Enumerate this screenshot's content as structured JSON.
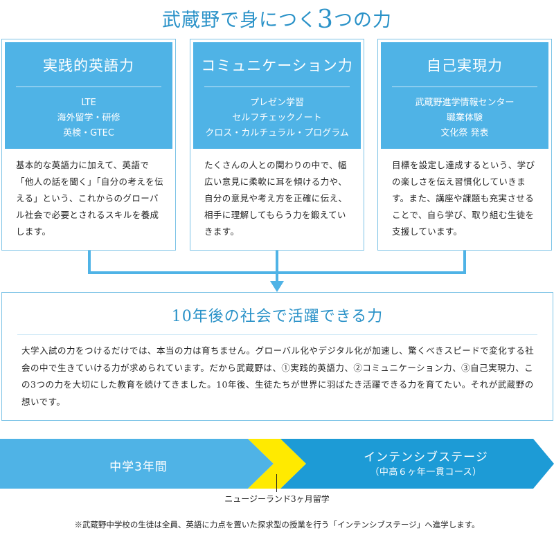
{
  "title": {
    "prefix": "武蔵野で身につく",
    "number": "3",
    "suffix": "つの力"
  },
  "cards": [
    {
      "title": "実践的英語力",
      "tags": [
        "LTE",
        "海外留学・研修",
        "英検・GTEC"
      ],
      "text": "基本的な英語力に加えて、英語で「他人の話を聞く」「自分の考えを伝える」という、これからのグローバル社会で必要とされるスキルを養成します。"
    },
    {
      "title": "コミュニケーション力",
      "tags": [
        "プレゼン学習",
        "セルフチェックノート",
        "クロス・カルチュラル・プログラム"
      ],
      "text": "たくさんの人との関わりの中で、幅広い意見に柔軟に耳を傾ける力や、自分の意見や考え方を正確に伝え、相手に理解してもらう力を鍛えていきます。"
    },
    {
      "title": "自己実現力",
      "tags": [
        "武蔵野進学情報センター",
        "職業体験",
        "文化祭 発表"
      ],
      "text": "目標を設定し達成するという、学びの楽しさを伝え習慣化していきます。また、講座や課題も充実させることで、自ら学び、取り組む生徒を支援しています。"
    }
  ],
  "result": {
    "title": "10年後の社会で活躍できる力",
    "text": "大学入試の力をつけるだけでは、本当の力は育ちません。グローバル化やデジタル化が加速し、驚くべきスピードで変化する社会の中で生きていける力が求められています。だから武蔵野は、①実践的英語力、②コミュニケーション力、③自己実現力、この3つの力を大切にした教育を続けてきました。10年後、生徒たちが世界に羽ばたき活躍できる力を育てたい。それが武蔵野の想いです。"
  },
  "stages": {
    "left": "中学3年間",
    "right": "インテンシブステージ",
    "right_sub": "（中高６ヶ年一貫コース）",
    "marker": "ニュージーランド3ヶ月留学"
  },
  "footnote": "※武蔵野中学校の生徒は全員、英語に力点を置いた探求型の授業を行う「インテンシブステージ」へ進学します。",
  "colors": {
    "accent": "#2a92c8",
    "card_header": "#4fb3e6",
    "stage_left": "#4fb3e6",
    "stage_marker": "#ffea00",
    "stage_right": "#1d9bd6",
    "border": "#7cc3e6"
  }
}
